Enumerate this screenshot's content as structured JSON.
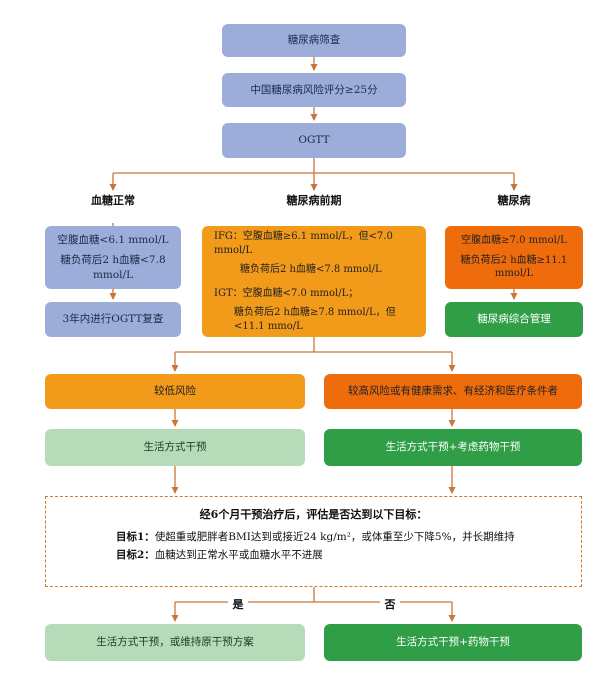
{
  "nodes": {
    "screening": "糖尿病筛查",
    "risk_score": "中国糖尿病风险评分≥25分",
    "ogtt": "OGTT",
    "normal_criteria_1": "空腹血糖<6.1 mmol/L",
    "normal_criteria_2": "糖负荷后2 h血糖<7.8 mmol/L",
    "normal_followup": "3年内进行OGTT复查",
    "prediabetes_ifg_1": "IFG：空腹血糖≥6.1 mmol/L，但<7.0 mmol/L",
    "prediabetes_ifg_2": "糖负荷后2 h血糖<7.8 mmol/L",
    "prediabetes_igt_1": "IGT：空腹血糖<7.0 mmol/L；",
    "prediabetes_igt_2": "糖负荷后2 h血糖≥7.8 mmol/L，但<11.1 mmo/L",
    "diabetes_criteria_1": "空腹血糖≥7.0 mmol/L",
    "diabetes_criteria_2": "糖负荷后2 h血糖≥11.1 mmol/L",
    "diabetes_management": "糖尿病综合管理",
    "low_risk": "较低风险",
    "high_risk": "较高风险或有健康需求、有经济和医疗条件者",
    "lifestyle": "生活方式干预",
    "lifestyle_drug_consider": "生活方式干预+考虑药物干预",
    "goals_title": "经6个月干预治疗后，评估是否达到以下目标：",
    "goal1_key": "目标1：",
    "goal1_text": "使超重或肥胖者BMI达到或接近24 kg/m²，或体重至少下降5%，并长期维持",
    "goal2_key": "目标2：",
    "goal2_text": "血糖达到正常水平或血糖水平不进展",
    "outcome_yes": "生活方式干预，或维持原干预方案",
    "outcome_no": "生活方式干预+药物干预"
  },
  "labels": {
    "normal": "血糖正常",
    "prediabetes": "糖尿病前期",
    "diabetes": "糖尿病",
    "yes": "是",
    "no": "否"
  },
  "colors": {
    "blue": "#9badd8",
    "orange": "#f29a1a",
    "orange_dark": "#ef6c0d",
    "green_dark": "#2f9e46",
    "green_light": "#b6dbb8",
    "connector": "#c8763a"
  }
}
